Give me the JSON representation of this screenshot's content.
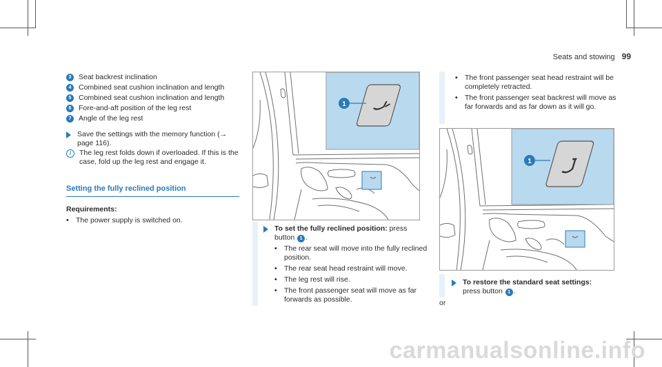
{
  "header": {
    "section": "Seats and stowing",
    "page": "99"
  },
  "col1": {
    "items": [
      {
        "badge": "3",
        "text": "Seat backrest inclination"
      },
      {
        "badge": "4",
        "text": "Combined seat cushion inclination and length"
      },
      {
        "badge": "5",
        "text": "Combined seat cushion inclination and length"
      },
      {
        "badge": "6",
        "text": "Fore-and-aft position of the leg rest"
      },
      {
        "badge": "7",
        "text": "Angle of the leg rest"
      }
    ],
    "action": "Save the settings with the memory function (→ page 116).",
    "note": "The leg rest folds down if overloaded. If this is the case, fold up the leg rest and engage it.",
    "section_title": "Setting the fully reclined position",
    "req_title": "Requirements:",
    "req_bullet": "The power supply is switched on."
  },
  "col2": {
    "callout": "1",
    "step_bold": "To set the fully reclined position:",
    "step_rest": " press button ",
    "step_badge": "1",
    "step_end": ".",
    "bullets": [
      "The rear seat will move into the fully reclined position.",
      "The rear seat head restraint will move.",
      "The leg rest will rise.",
      "The front passenger seat will move as far forwards as possible."
    ]
  },
  "col3": {
    "bullets": [
      "The front passenger seat head restraint will be completely retracted.",
      "The front passenger seat backrest will move as far forwards and as far down as it will go."
    ],
    "callout": "1",
    "step_bold": "To restore the standard seat settings:",
    "step_rest": "press button ",
    "step_badge": "1",
    "step_end": ".",
    "or": "or"
  },
  "colors": {
    "accent": "#2a7ab8",
    "panel": "#b9d9ee",
    "bar": "#e6f1f9"
  },
  "footer": {
    "watermark": "carmanualsonline.info"
  }
}
